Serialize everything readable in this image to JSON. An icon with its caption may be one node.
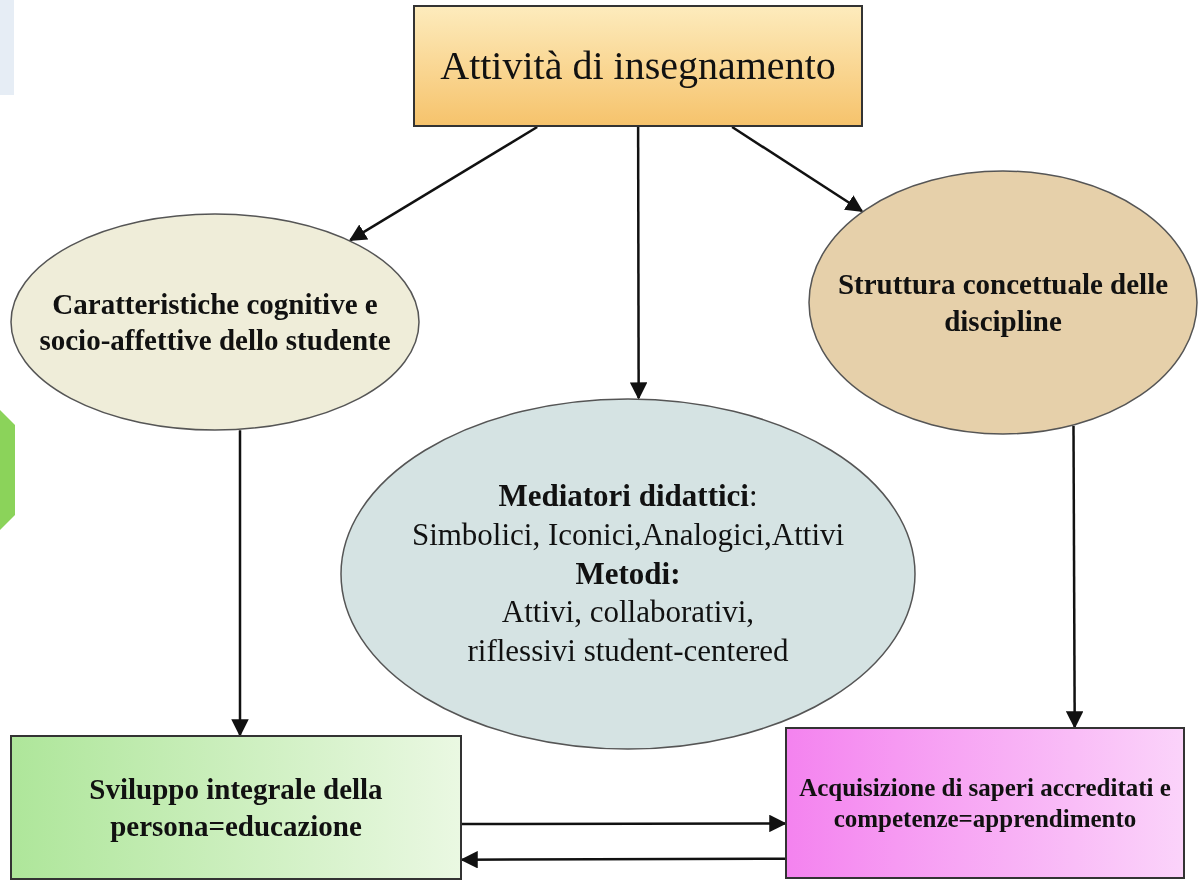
{
  "diagram": {
    "nodes": [
      {
        "text": [
          "Attività di insegnamento"
        ]
      },
      {
        "text": [
          "Caratteristiche cognitive e socio-affettive dello studente"
        ]
      },
      {
        "text": [
          "Struttura concettuale delle discipline"
        ]
      },
      {
        "text": [
          "**Mediatori didattici**:",
          "Simbolici, Iconici,Analogici,Attivi",
          "Metodi:",
          "Attivi, collaborativi, riflessivi student-centered"
        ]
      },
      {
        "text": [
          "Sviluppo integrale della persona=educazione"
        ]
      },
      {
        "text": [
          "Acquisizione di saperi accreditati e competenze=apprendimento"
        ]
      }
    ],
    "edges": [
      {
        "from": 0,
        "to": 1,
        "arrow": "to"
      },
      {
        "from": 0,
        "to": 3,
        "arrow": "to"
      },
      {
        "from": 0,
        "to": 2,
        "arrow": "to"
      },
      {
        "from": 1,
        "to": 4,
        "arrow": "to"
      },
      {
        "from": 2,
        "to": 5,
        "arrow": "to"
      },
      {
        "from": 4,
        "to": 5,
        "arrow": "to"
      },
      {
        "from": 5,
        "to": 4,
        "arrow": "to"
      }
    ]
  }
}
